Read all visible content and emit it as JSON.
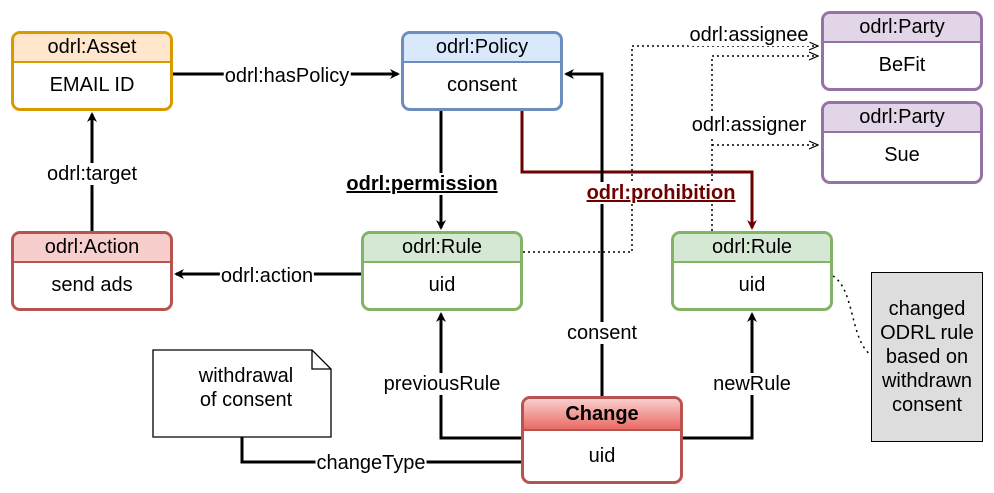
{
  "nodes": {
    "asset": {
      "header": "odrl:Asset",
      "body": "EMAIL ID"
    },
    "policy": {
      "header": "odrl:Policy",
      "body": "consent"
    },
    "action": {
      "header": "odrl:Action",
      "body": "send ads"
    },
    "rule_permission": {
      "header": "odrl:Rule",
      "body": "uid"
    },
    "rule_prohibition": {
      "header": "odrl:Rule",
      "body": "uid"
    },
    "party_assignee": {
      "header": "odrl:Party",
      "body": "BeFit"
    },
    "party_assigner": {
      "header": "odrl:Party",
      "body": "Sue"
    },
    "change": {
      "header": "Change",
      "body": "uid"
    }
  },
  "edges": {
    "has_policy": "odrl:hasPolicy",
    "target": "odrl:target",
    "permission": "odrl:permission",
    "prohibition": "odrl:prohibition",
    "action": "odrl:action",
    "assignee": "odrl:assignee",
    "assigner": "odrl:assigner",
    "consent": "consent",
    "previous_rule": "previousRule",
    "new_rule": "newRule",
    "change_type": "changeType"
  },
  "comment": {
    "line1": "withdrawal",
    "line2": "of consent"
  },
  "note": {
    "line1": "changed",
    "line2": "ODRL rule",
    "line3": "based on",
    "line4": "withdrawn",
    "line5": "consent"
  },
  "colors": {
    "asset": "#d79b00",
    "policy": "#6c8ebf",
    "action": "#b85450",
    "rule": "#82b366",
    "party": "#9673a6",
    "prohibition": "#6f0000"
  }
}
